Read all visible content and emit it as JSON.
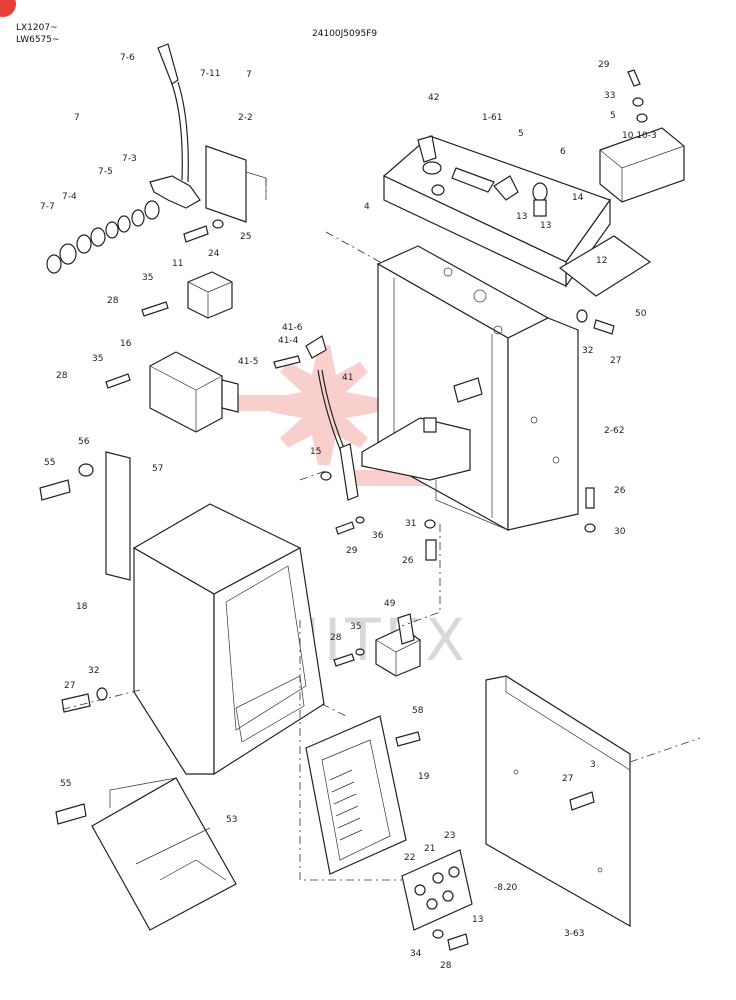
{
  "header": {
    "model_line1": "LX1207~",
    "model_line2": "LW6575~",
    "drawing_number": "24100J5095F9"
  },
  "watermark": {
    "text": "MITEX"
  },
  "colors": {
    "logo": "#e8413a",
    "watermark_logo": "#f6c2c0",
    "line": "#222222"
  },
  "labels": [
    "7-6",
    "7-11",
    "7",
    "7",
    "2-2",
    "7-3",
    "7-5",
    "7-4",
    "7-7",
    "25",
    "11",
    "24",
    "35",
    "28",
    "16",
    "35",
    "28",
    "29",
    "33",
    "5",
    "10.10-3",
    "42",
    "1-61",
    "5",
    "6",
    "4",
    "13",
    "13",
    "14",
    "12",
    "50",
    "32",
    "27",
    "41-6",
    "41-4",
    "41-5",
    "41",
    "2-62",
    "15",
    "26",
    "30",
    "31",
    "36",
    "29",
    "26",
    "55",
    "56",
    "57",
    "18",
    "49",
    "35",
    "28",
    "27",
    "32",
    "58",
    "19",
    "55",
    "53",
    "3",
    "27",
    "23",
    "22",
    "21",
    "13",
    "-8.20",
    "3-63",
    "34",
    "28"
  ]
}
